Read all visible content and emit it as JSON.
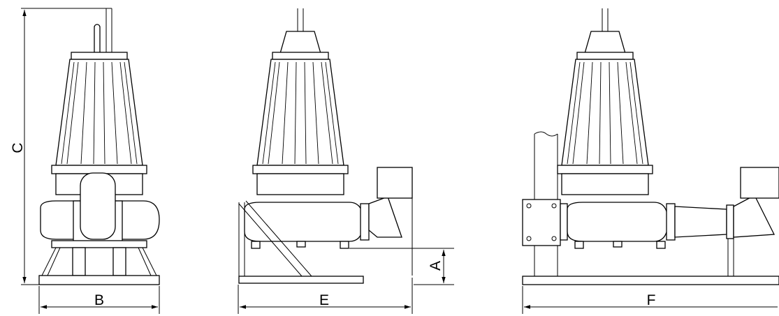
{
  "dimensions": {
    "a_label": "A",
    "b_label": "B",
    "c_label": "C",
    "e_label": "E",
    "f_label": "F"
  },
  "colors": {
    "line": "#000000",
    "background": "#ffffff"
  }
}
